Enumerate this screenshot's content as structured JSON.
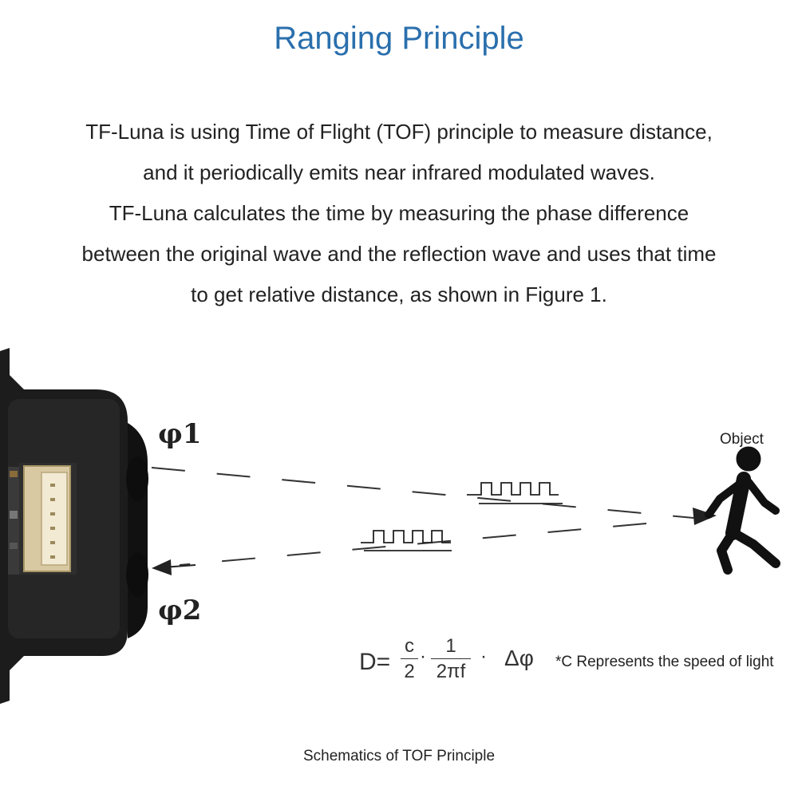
{
  "title": "Ranging Principle",
  "description": [
    "TF-Luna is using Time of Flight (TOF) principle to measure distance,",
    "and it periodically emits near infrared modulated waves.",
    "TF-Luna calculates the time by measuring the phase difference",
    "between the original wave and the reflection wave and uses that time",
    "to get relative distance, as shown in Figure 1."
  ],
  "diagram": {
    "phi1": "φ1",
    "phi2": "φ2",
    "object_label": "Object",
    "formula": {
      "lhs": "D=",
      "c": "c",
      "two": "2",
      "one": "1",
      "two_pi_f": "2πf",
      "delta_phi": "Δφ",
      "note": "*C Represents the speed of light"
    }
  },
  "caption": "Schematics of TOF Principle",
  "colors": {
    "title": "#2a6fad",
    "device": "#1c1c1c",
    "connector": "#d9c9a3"
  }
}
